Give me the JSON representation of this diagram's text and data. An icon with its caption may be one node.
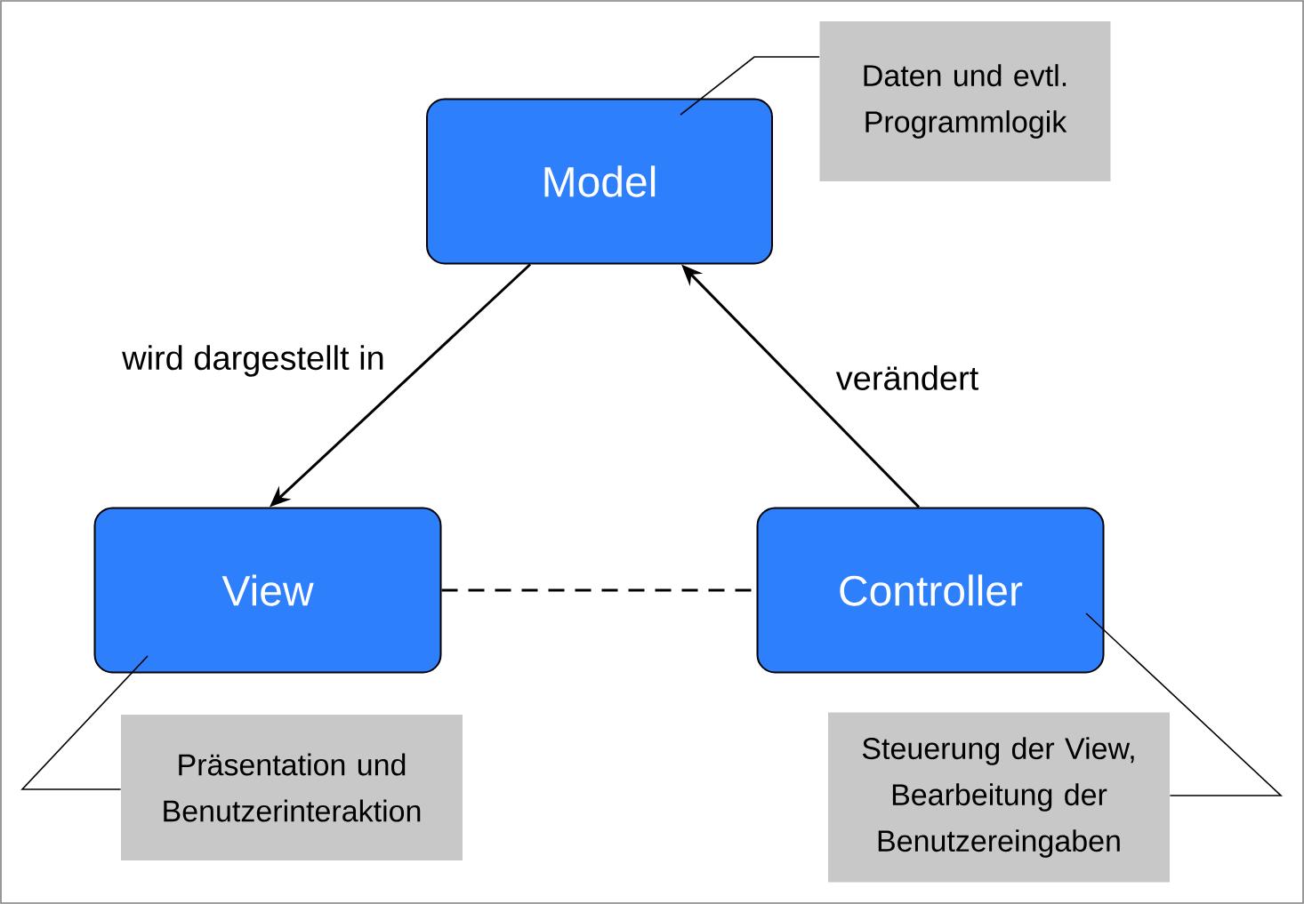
{
  "diagram": {
    "nodes": [
      {
        "text": [
          "Model"
        ]
      },
      {
        "text": [
          "Daten und evtl. Programmlogik"
        ]
      },
      {
        "text": [
          "View"
        ]
      },
      {
        "text": [
          "Controller"
        ]
      },
      {
        "text": [
          "Präsentation und Benutzerinteraktion"
        ]
      },
      {
        "text": [
          "Steuerung der View, Bearbeitung der Benutzereingaben"
        ]
      }
    ],
    "edges": [
      {
        "from": 0,
        "to": 2,
        "arrow": "to",
        "label": "wird dargestellt in"
      },
      {
        "from": 3,
        "to": 0,
        "arrow": "to",
        "label": "verändert"
      },
      {
        "from": 2,
        "to": 3,
        "arrow": "none",
        "style": "dashed"
      },
      {
        "from": 1,
        "to": 0,
        "arrow": "none"
      },
      {
        "from": 4,
        "to": 2,
        "arrow": "none"
      },
      {
        "from": 5,
        "to": 3,
        "arrow": "none"
      }
    ]
  }
}
